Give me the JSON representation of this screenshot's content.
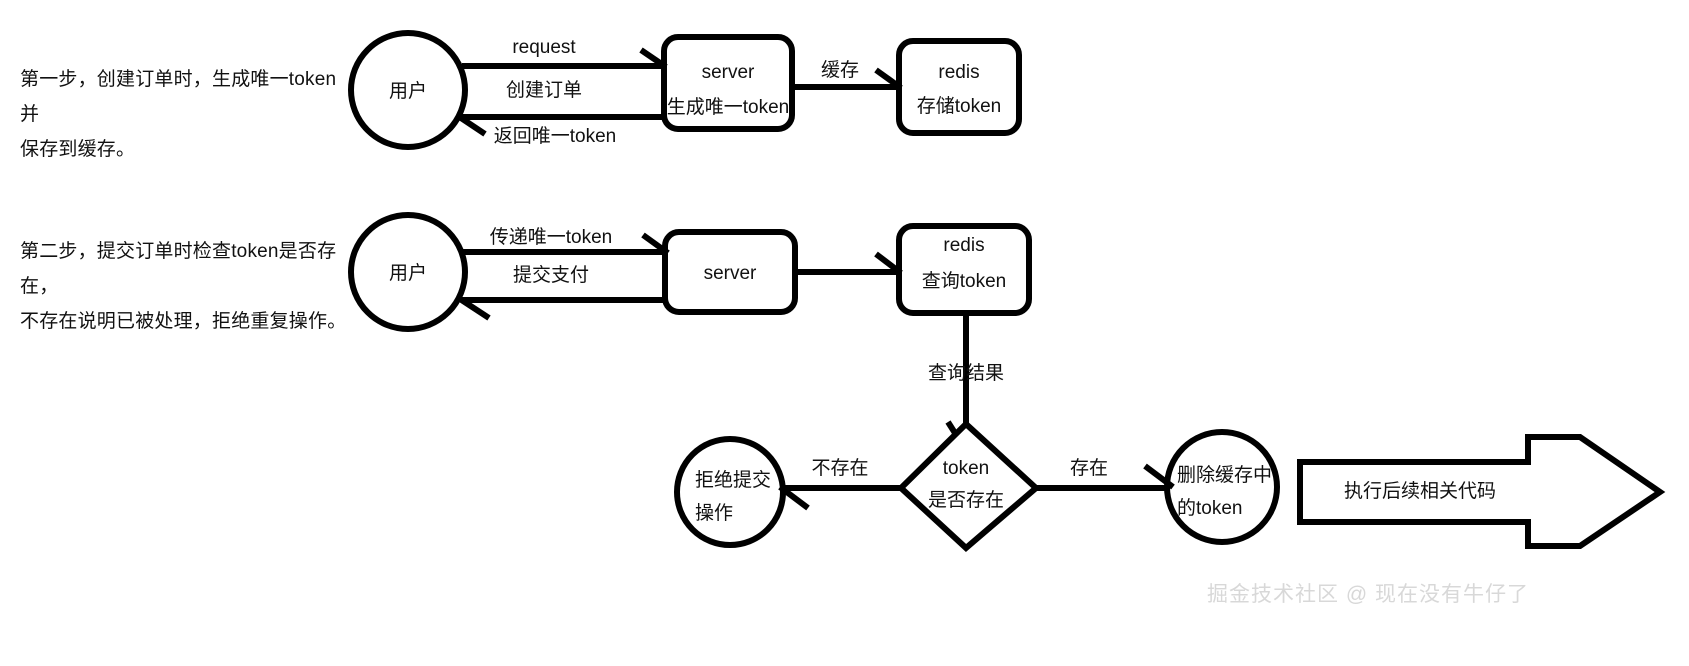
{
  "page": {
    "background": "#ffffff",
    "stroke_color": "#000000",
    "text_color": "#111111",
    "watermark_color": "#d8d8d8"
  },
  "steps": [
    {
      "id": "step-1",
      "text": "第一步，创建订单时，生成唯一token并\n保存到缓存。"
    },
    {
      "id": "step-2",
      "text": "第二步，提交订单时检查token是否存在，\n不存在说明已被处理，拒绝重复操作。"
    }
  ],
  "flow_top": {
    "nodes": {
      "user": {
        "label": "用户",
        "shape": "circle"
      },
      "server": {
        "line1": "server",
        "line2": "生成唯一token",
        "shape": "rounded-rect"
      },
      "redis": {
        "line1": "redis",
        "line2": "存储token",
        "shape": "rounded-rect"
      }
    },
    "edges": {
      "request": "request",
      "create_order": "创建订单",
      "return_token": "返回唯一token",
      "cache": "缓存"
    }
  },
  "flow_bottom": {
    "nodes": {
      "user": {
        "label": "用户",
        "shape": "circle"
      },
      "server": {
        "line1": "server",
        "shape": "rounded-rect"
      },
      "redis": {
        "line1": "redis",
        "line2": "查询token",
        "shape": "rounded-rect"
      },
      "decision": {
        "line1": "token",
        "line2": "是否存在",
        "shape": "diamond"
      },
      "reject": {
        "line1": "拒绝提交",
        "line2": "操作",
        "shape": "circle"
      },
      "delete_token": {
        "line1": "删除缓存中",
        "line2": "的token",
        "shape": "circle"
      },
      "next_code": {
        "label": "执行后续相关代码",
        "shape": "block-arrow"
      }
    },
    "edges": {
      "pass_token": "传递唯一token",
      "submit_pay": "提交支付",
      "query_result": "查询结果",
      "not_exist": "不存在",
      "exist": "存在"
    }
  },
  "watermark": {
    "text": "掘金技术社区 @ 现在没有牛仔了"
  }
}
